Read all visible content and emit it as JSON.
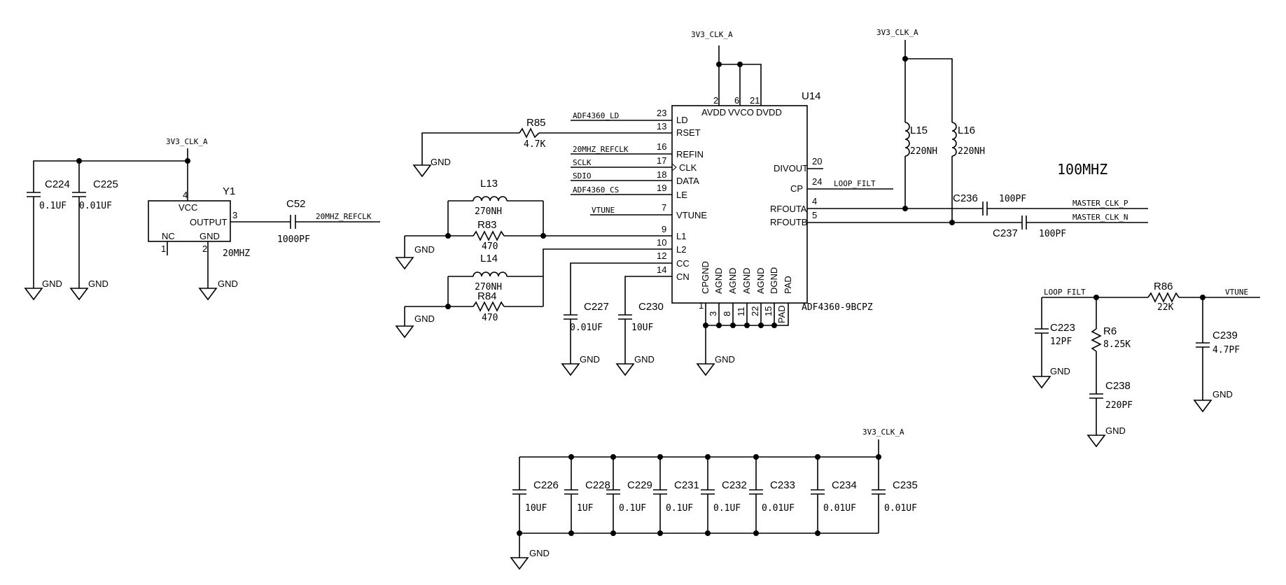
{
  "title": "100MHZ",
  "nets": {
    "supply": "3V3_CLK_A",
    "gnd": "GND",
    "ld": "ADF4360_LD",
    "refclk": "20MHZ_REFCLK",
    "sclk": "SCLK",
    "sdio": "SDIO",
    "cs": "ADF4360_CS",
    "vtune": "VTUNE",
    "loop_filt": "LOOP_FILT",
    "loop_filt2": "LOOP FILT",
    "clk_p": "MASTER_CLK_P",
    "clk_n": "MASTER_CLK_N"
  },
  "u14": {
    "ref": "U14",
    "part": "ADF4360-9BCPZ",
    "left_pins": [
      {
        "num": "23",
        "name": "LD"
      },
      {
        "num": "13",
        "name": "RSET"
      },
      {
        "num": "16",
        "name": "REFIN"
      },
      {
        "num": "17",
        "name": "CLK"
      },
      {
        "num": "18",
        "name": "DATA"
      },
      {
        "num": "19",
        "name": "LE"
      },
      {
        "num": "7",
        "name": "VTUNE"
      },
      {
        "num": "9",
        "name": "L1"
      },
      {
        "num": "10",
        "name": "L2"
      },
      {
        "num": "12",
        "name": "CC"
      },
      {
        "num": "14",
        "name": "CN"
      }
    ],
    "top_pins": [
      {
        "num": "2",
        "name": "AVDD"
      },
      {
        "num": "6",
        "name": "VVCO"
      },
      {
        "num": "21",
        "name": "DVDD"
      }
    ],
    "right_pins": [
      {
        "num": "20",
        "name": "DIVOUT"
      },
      {
        "num": "24",
        "name": "CP"
      },
      {
        "num": "4",
        "name": "RFOUTA"
      },
      {
        "num": "5",
        "name": "RFOUTB"
      }
    ],
    "bottom_pins": [
      {
        "num": "1",
        "name": "CPGND"
      },
      {
        "num": "3",
        "name": "AGND"
      },
      {
        "num": "8",
        "name": "AGND"
      },
      {
        "num": "11",
        "name": "AGND"
      },
      {
        "num": "22",
        "name": "AGND"
      },
      {
        "num": "15",
        "name": "DGND"
      },
      {
        "num": "PAD",
        "name": "PAD"
      }
    ]
  },
  "y1": {
    "ref": "Y1",
    "value": "20MHZ",
    "vcc_label": "VCC",
    "output_label": "OUTPUT",
    "nc_label": "NC",
    "gnd_label": "GND",
    "vcc_pin": "4",
    "output_pin": "3",
    "nc_pin": "1",
    "gnd_pin": "2"
  },
  "components": {
    "c224": {
      "ref": "C224",
      "value": "0.1UF"
    },
    "c225": {
      "ref": "C225",
      "value": "0.01UF"
    },
    "c52": {
      "ref": "C52",
      "value": "1000PF"
    },
    "r85": {
      "ref": "R85",
      "value": "4.7K"
    },
    "l13": {
      "ref": "L13",
      "value": "270NH"
    },
    "r83": {
      "ref": "R83",
      "value": "470"
    },
    "l14": {
      "ref": "L14",
      "value": "270NH"
    },
    "r84": {
      "ref": "R84",
      "value": "470"
    },
    "c227": {
      "ref": "C227",
      "value": "0.01UF"
    },
    "c230": {
      "ref": "C230",
      "value": "10UF"
    },
    "l15": {
      "ref": "L15",
      "value": "220NH"
    },
    "l16": {
      "ref": "L16",
      "value": "220NH"
    },
    "c236": {
      "ref": "C236",
      "value": "100PF"
    },
    "c237": {
      "ref": "C237",
      "value": "100PF"
    },
    "c223": {
      "ref": "C223",
      "value": "12PF"
    },
    "r6": {
      "ref": "R6",
      "value": "8.25K"
    },
    "c238": {
      "ref": "C238",
      "value": "220PF"
    },
    "r86": {
      "ref": "R86",
      "value": "22K"
    },
    "c239": {
      "ref": "C239",
      "value": "4.7PF"
    }
  },
  "bank": [
    {
      "ref": "C226",
      "value": "10UF"
    },
    {
      "ref": "C228",
      "value": "1UF"
    },
    {
      "ref": "C229",
      "value": "0.1UF"
    },
    {
      "ref": "C231",
      "value": "0.1UF"
    },
    {
      "ref": "C232",
      "value": "0.1UF"
    },
    {
      "ref": "C233",
      "value": "0.01UF"
    },
    {
      "ref": "C234",
      "value": "0.01UF"
    },
    {
      "ref": "C235",
      "value": "0.01UF"
    }
  ]
}
